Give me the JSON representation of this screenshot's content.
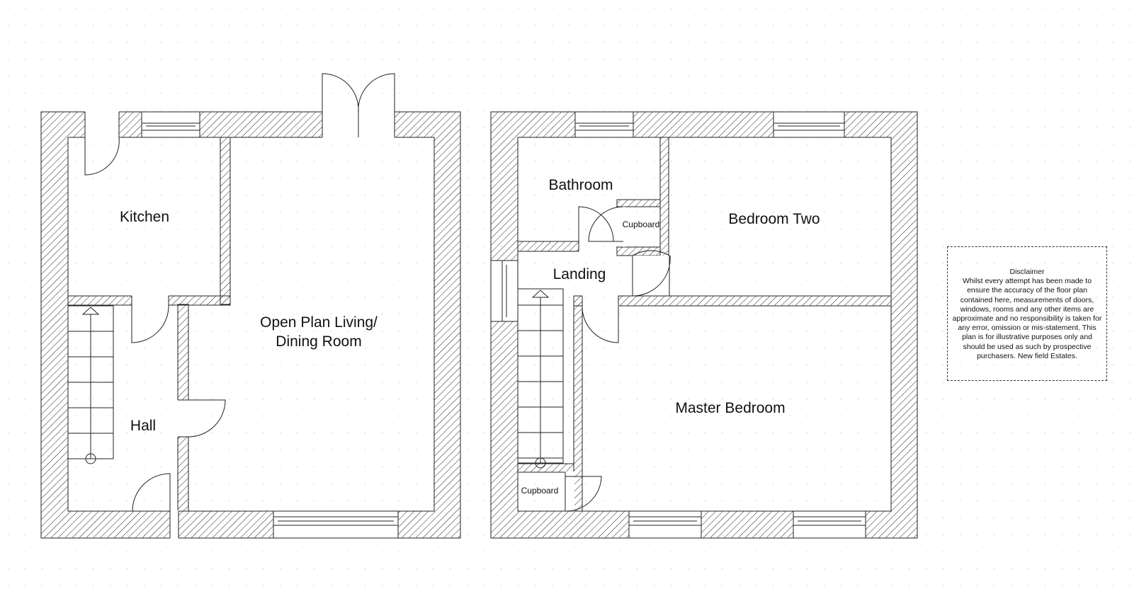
{
  "ground_floor": {
    "kitchen": "Kitchen",
    "hall": "Hall",
    "living_line1": "Open Plan Living/",
    "living_line2": "Dining Room"
  },
  "first_floor": {
    "bathroom": "Bathroom",
    "cupboard_upper": "Cupboard",
    "bedroom_two": "Bedroom Two",
    "landing": "Landing",
    "master_bedroom": "Master Bedroom",
    "cupboard_lower": "Cupboard"
  },
  "disclaimer": {
    "title": "Disclaimer",
    "body": "Whilst every attempt has been made to ensure the accuracy of the floor plan contained here, measurements of doors, windows, rooms and any other items are approximate and no responsibility is taken for any error, omission or mis-statement. This plan is for illustrative purposes only and should be used as such by prospective purchasers. New field Estates."
  }
}
